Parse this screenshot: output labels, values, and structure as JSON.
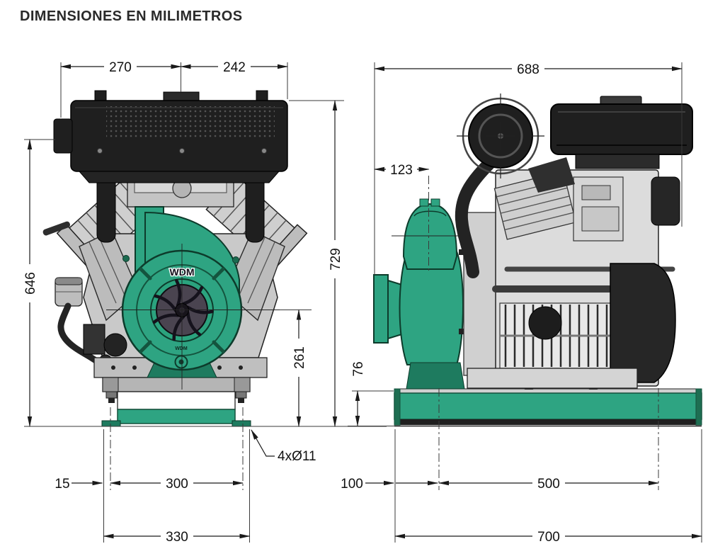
{
  "title": "DIMENSIONES EN MILIMETROS",
  "colors": {
    "green": "#2EA482",
    "green_dark": "#1E7B5F",
    "green_light": "#8FD4BD",
    "black_part": "#1F1F1F",
    "gray_part": "#C9C9C9",
    "line": "#1A1A1A"
  },
  "branding": {
    "pump_logo": "WDM",
    "pump_logo_small": "WDM"
  },
  "front_view": {
    "dims": {
      "top_left": "270",
      "top_right": "242",
      "overall_height": "729",
      "muffler_height": "646",
      "pump_center_height": "261",
      "mount_holes": "4xØ11",
      "edge_to_hole": "15",
      "hole_spacing": "300",
      "base_width": "330"
    }
  },
  "side_view": {
    "dims": {
      "overall_length": "688",
      "discharge_offset": "123",
      "base_height": "76",
      "edge_to_hole": "100",
      "hole_spacing": "500",
      "base_length": "700"
    }
  }
}
